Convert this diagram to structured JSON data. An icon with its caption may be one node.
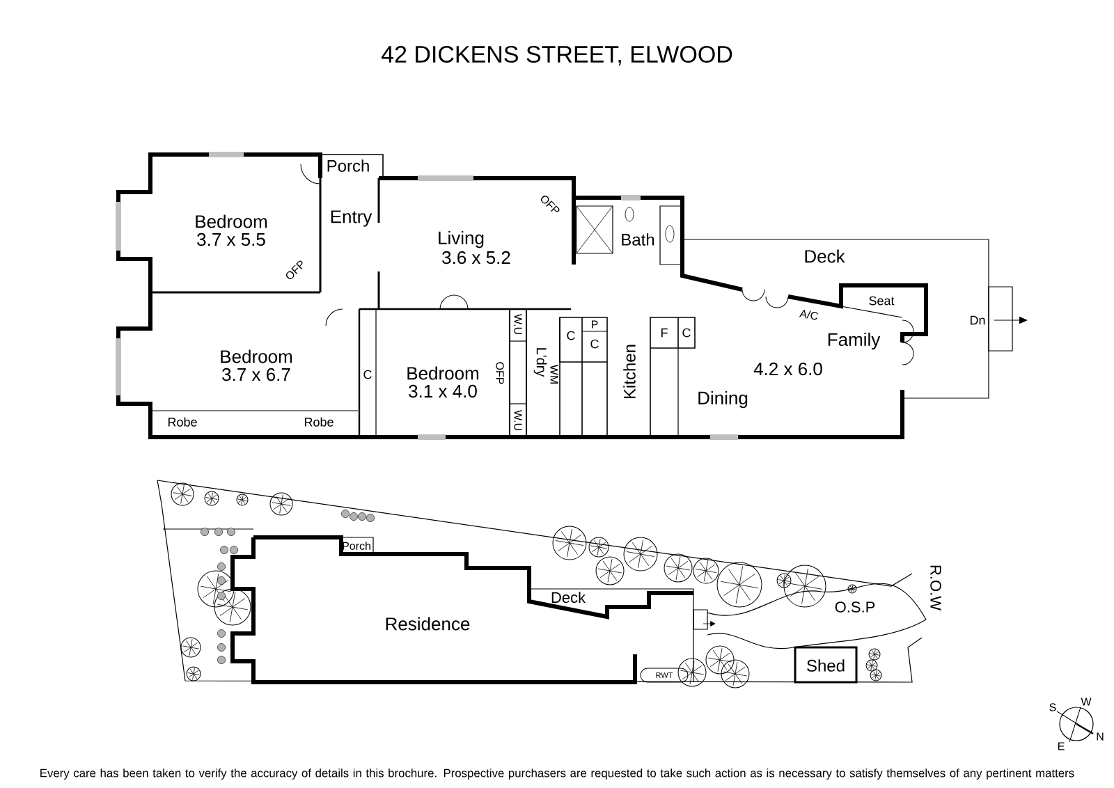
{
  "diagram": {
    "title": "42 DICKENS STREET, ELWOOD",
    "caption": "Every care has been taken to verify the accuracy of details in this brochure. Prospective purchasers are requested to take such action as is necessary to satisfy themselves of any pertinent matters",
    "labels": [
      "Porch",
      "Bedroom",
      "3.7 x 5.5",
      "Entry",
      "Living",
      "3.6 x 5.2",
      "OFP",
      "Bath",
      "Deck",
      "OFP",
      "Seat",
      "A/C",
      "Dn",
      "Family",
      "Bedroom",
      "3.7 x 6.7",
      "W.U",
      "L'dry",
      "C",
      "P",
      "C",
      "F",
      "C",
      "4.2 x 6.0",
      "C",
      "Bedroom",
      "3.1 x 4.0",
      "OFP",
      "WM",
      "Kitchen",
      "W.U",
      "Dining",
      "Robe",
      "Robe",
      "Porch",
      "Residence",
      "Deck",
      "O.S.P",
      "R.O.W",
      "Shed",
      "RWT",
      "W",
      "S",
      "N",
      "E"
    ]
  }
}
